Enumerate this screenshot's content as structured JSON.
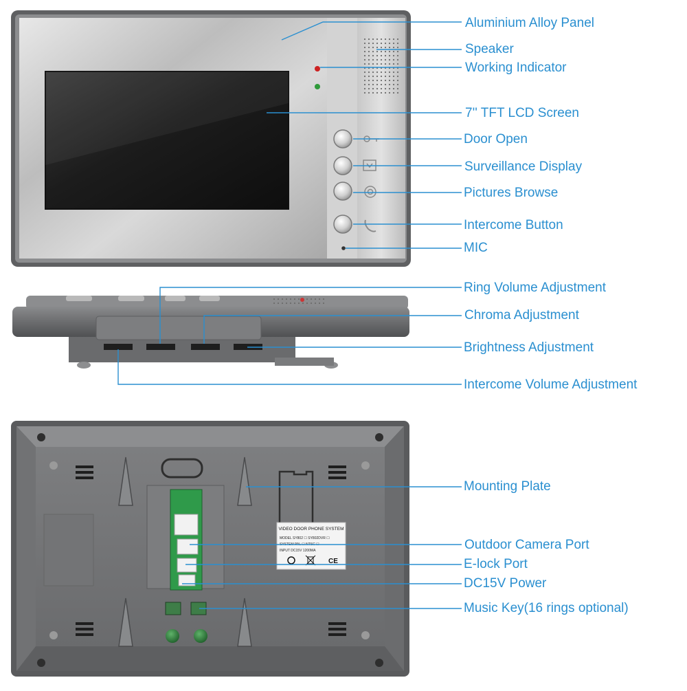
{
  "colors": {
    "accent": "#2a8fd0",
    "body": "#6d6e70",
    "panel": "#c9c9c9",
    "screen": "#1e1e1e"
  },
  "front_view": {
    "buttons": [
      {
        "name": "door-open-button",
        "icon": "key-icon"
      },
      {
        "name": "surveillance-display-button",
        "icon": "monitor-icon"
      },
      {
        "name": "pictures-browse-button",
        "icon": "camera-icon"
      },
      {
        "name": "intercome-button",
        "icon": "phone-handset-icon"
      }
    ],
    "indicators": [
      {
        "name": "red-indicator-led",
        "color": "#cc2222"
      },
      {
        "name": "green-indicator-led",
        "color": "#2f9a3a"
      }
    ]
  },
  "rear_view": {
    "label_sticker": {
      "title": "VIDEO DOOR PHONE SYSTEM",
      "rows": [
        "MODEL  SY802 ☐  SY802DVR ☐",
        "SYSTEM  PAL ☐  NTSC ☐",
        "INPUT  DC15V  1200MA"
      ],
      "marks": [
        "CE"
      ]
    }
  },
  "callouts": [
    {
      "id": "aluminium-alloy-panel",
      "text": "Aluminium Alloy Panel"
    },
    {
      "id": "speaker",
      "text": "Speaker"
    },
    {
      "id": "working-indicator",
      "text": "Working Indicator"
    },
    {
      "id": "tft-lcd-screen",
      "text": "7'' TFT LCD Screen"
    },
    {
      "id": "door-open",
      "text": "Door Open"
    },
    {
      "id": "surveillance-display",
      "text": "Surveillance Display"
    },
    {
      "id": "pictures-browse",
      "text": "Pictures Browse"
    },
    {
      "id": "intercome-button",
      "text": "Intercome Button"
    },
    {
      "id": "mic",
      "text": "MIC"
    },
    {
      "id": "ring-volume-adjustment",
      "text": "Ring Volume Adjustment"
    },
    {
      "id": "chroma-adjustment",
      "text": "Chroma Adjustment"
    },
    {
      "id": "brightness-adjustment",
      "text": "Brightness Adjustment"
    },
    {
      "id": "intercome-volume-adjustment",
      "text": "Intercome Volume Adjustment"
    },
    {
      "id": "mounting-plate",
      "text": "Mounting Plate"
    },
    {
      "id": "outdoor-camera-port",
      "text": "Outdoor Camera Port"
    },
    {
      "id": "e-lock-port",
      "text": "E-lock Port"
    },
    {
      "id": "dc15v-power",
      "text": "DC15V Power"
    },
    {
      "id": "music-key",
      "text": "Music Key(16 rings optional)"
    }
  ]
}
